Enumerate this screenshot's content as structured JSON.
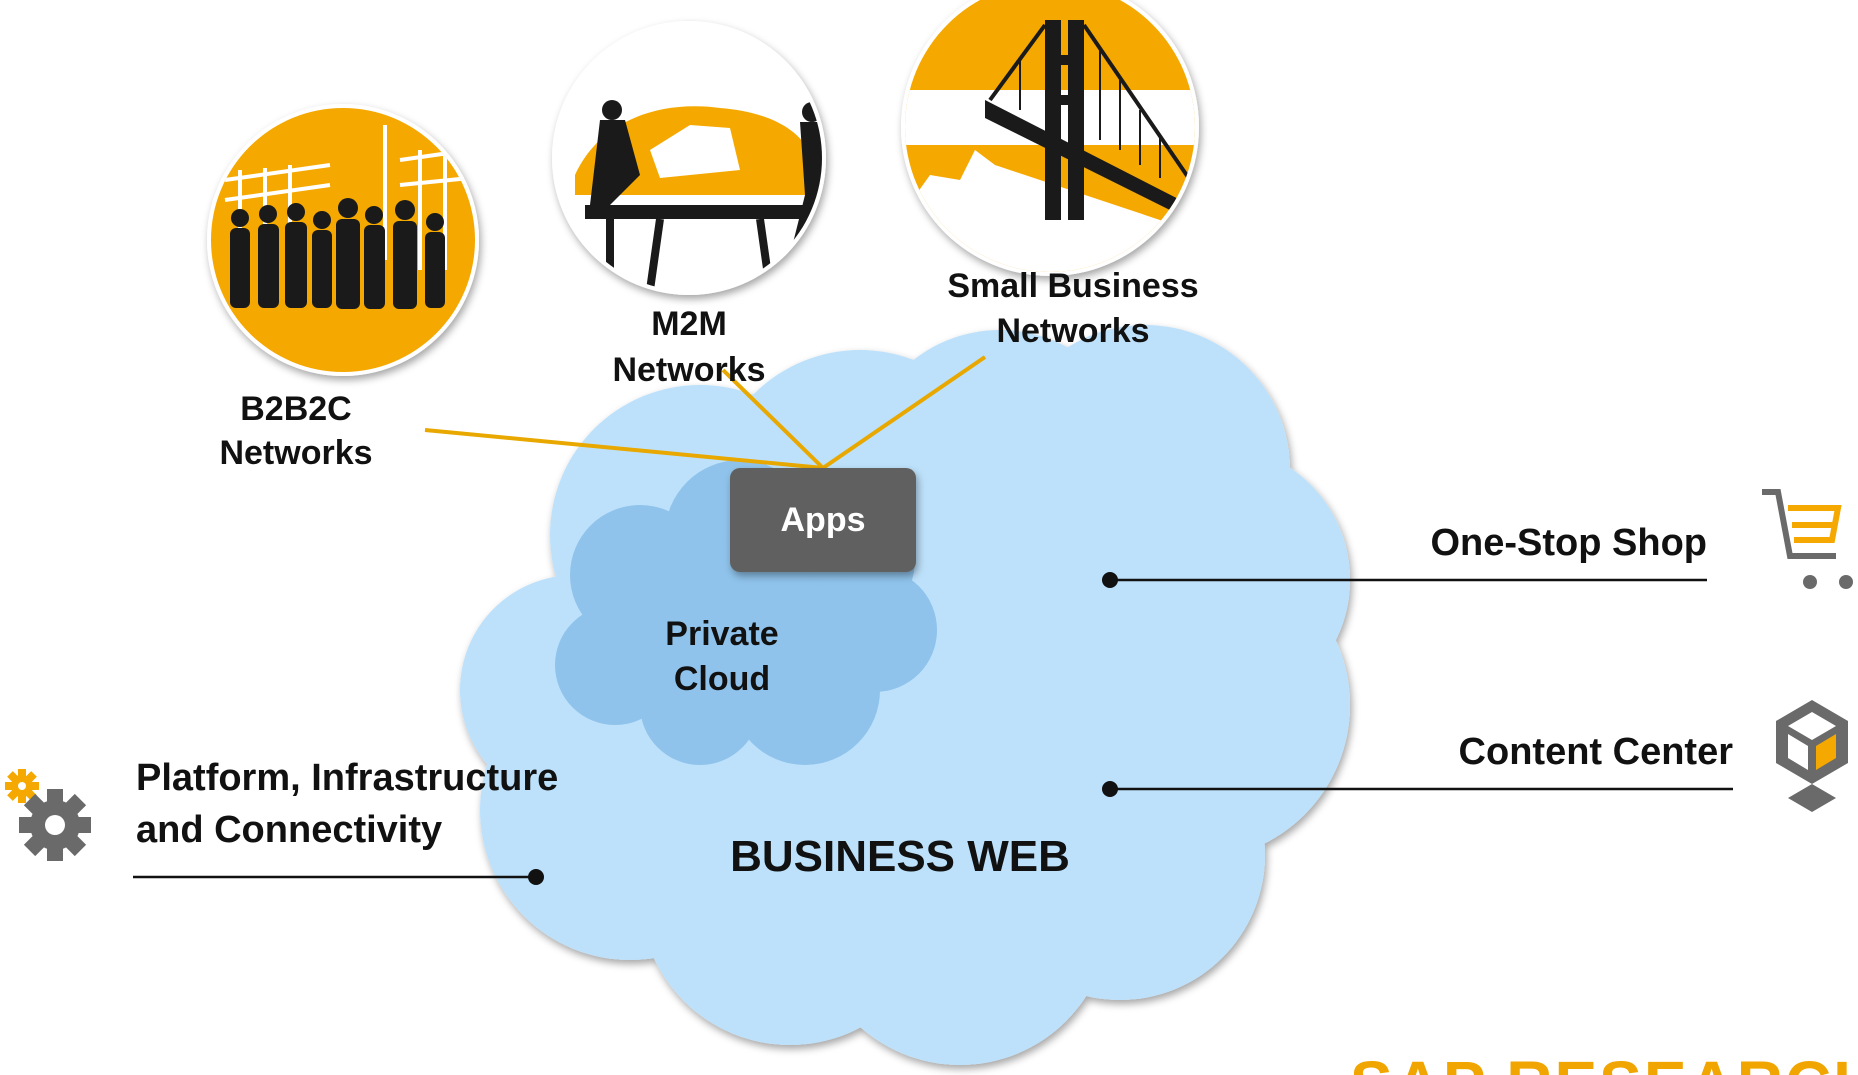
{
  "diagram": {
    "networks": [
      {
        "line1": "B2B2C",
        "line2": "Networks",
        "picture": "people-silhouettes-icon"
      },
      {
        "line1": "M2M",
        "line2": "Networks",
        "picture": "car-assembly-icon"
      },
      {
        "line1": "Small Business",
        "line2": "Networks",
        "picture": "bridge-skyline-icon"
      }
    ],
    "apps_label": "Apps",
    "private_cloud": {
      "line1": "Private",
      "line2": "Cloud"
    },
    "business_web_label": "BUSINESS WEB",
    "platform": {
      "line1": "Platform, Infrastructure",
      "line2": "and Connectivity",
      "icon": "gears-icon"
    },
    "one_stop_shop": {
      "label": "One-Stop Shop",
      "icon": "shopping-cart-icon"
    },
    "content_center": {
      "label": "Content Center",
      "icon": "hexagon-cube-icon"
    },
    "logo_text": "SAP RESEARCH"
  },
  "colors": {
    "accent": "#F5A800",
    "cloud_outer": "#BDE1FB",
    "cloud_inner": "#8FC3EB",
    "apps_box": "#606060",
    "connector": "#E8A800",
    "icon_gray": "#6A6A6A",
    "logo": "#F0A500"
  }
}
